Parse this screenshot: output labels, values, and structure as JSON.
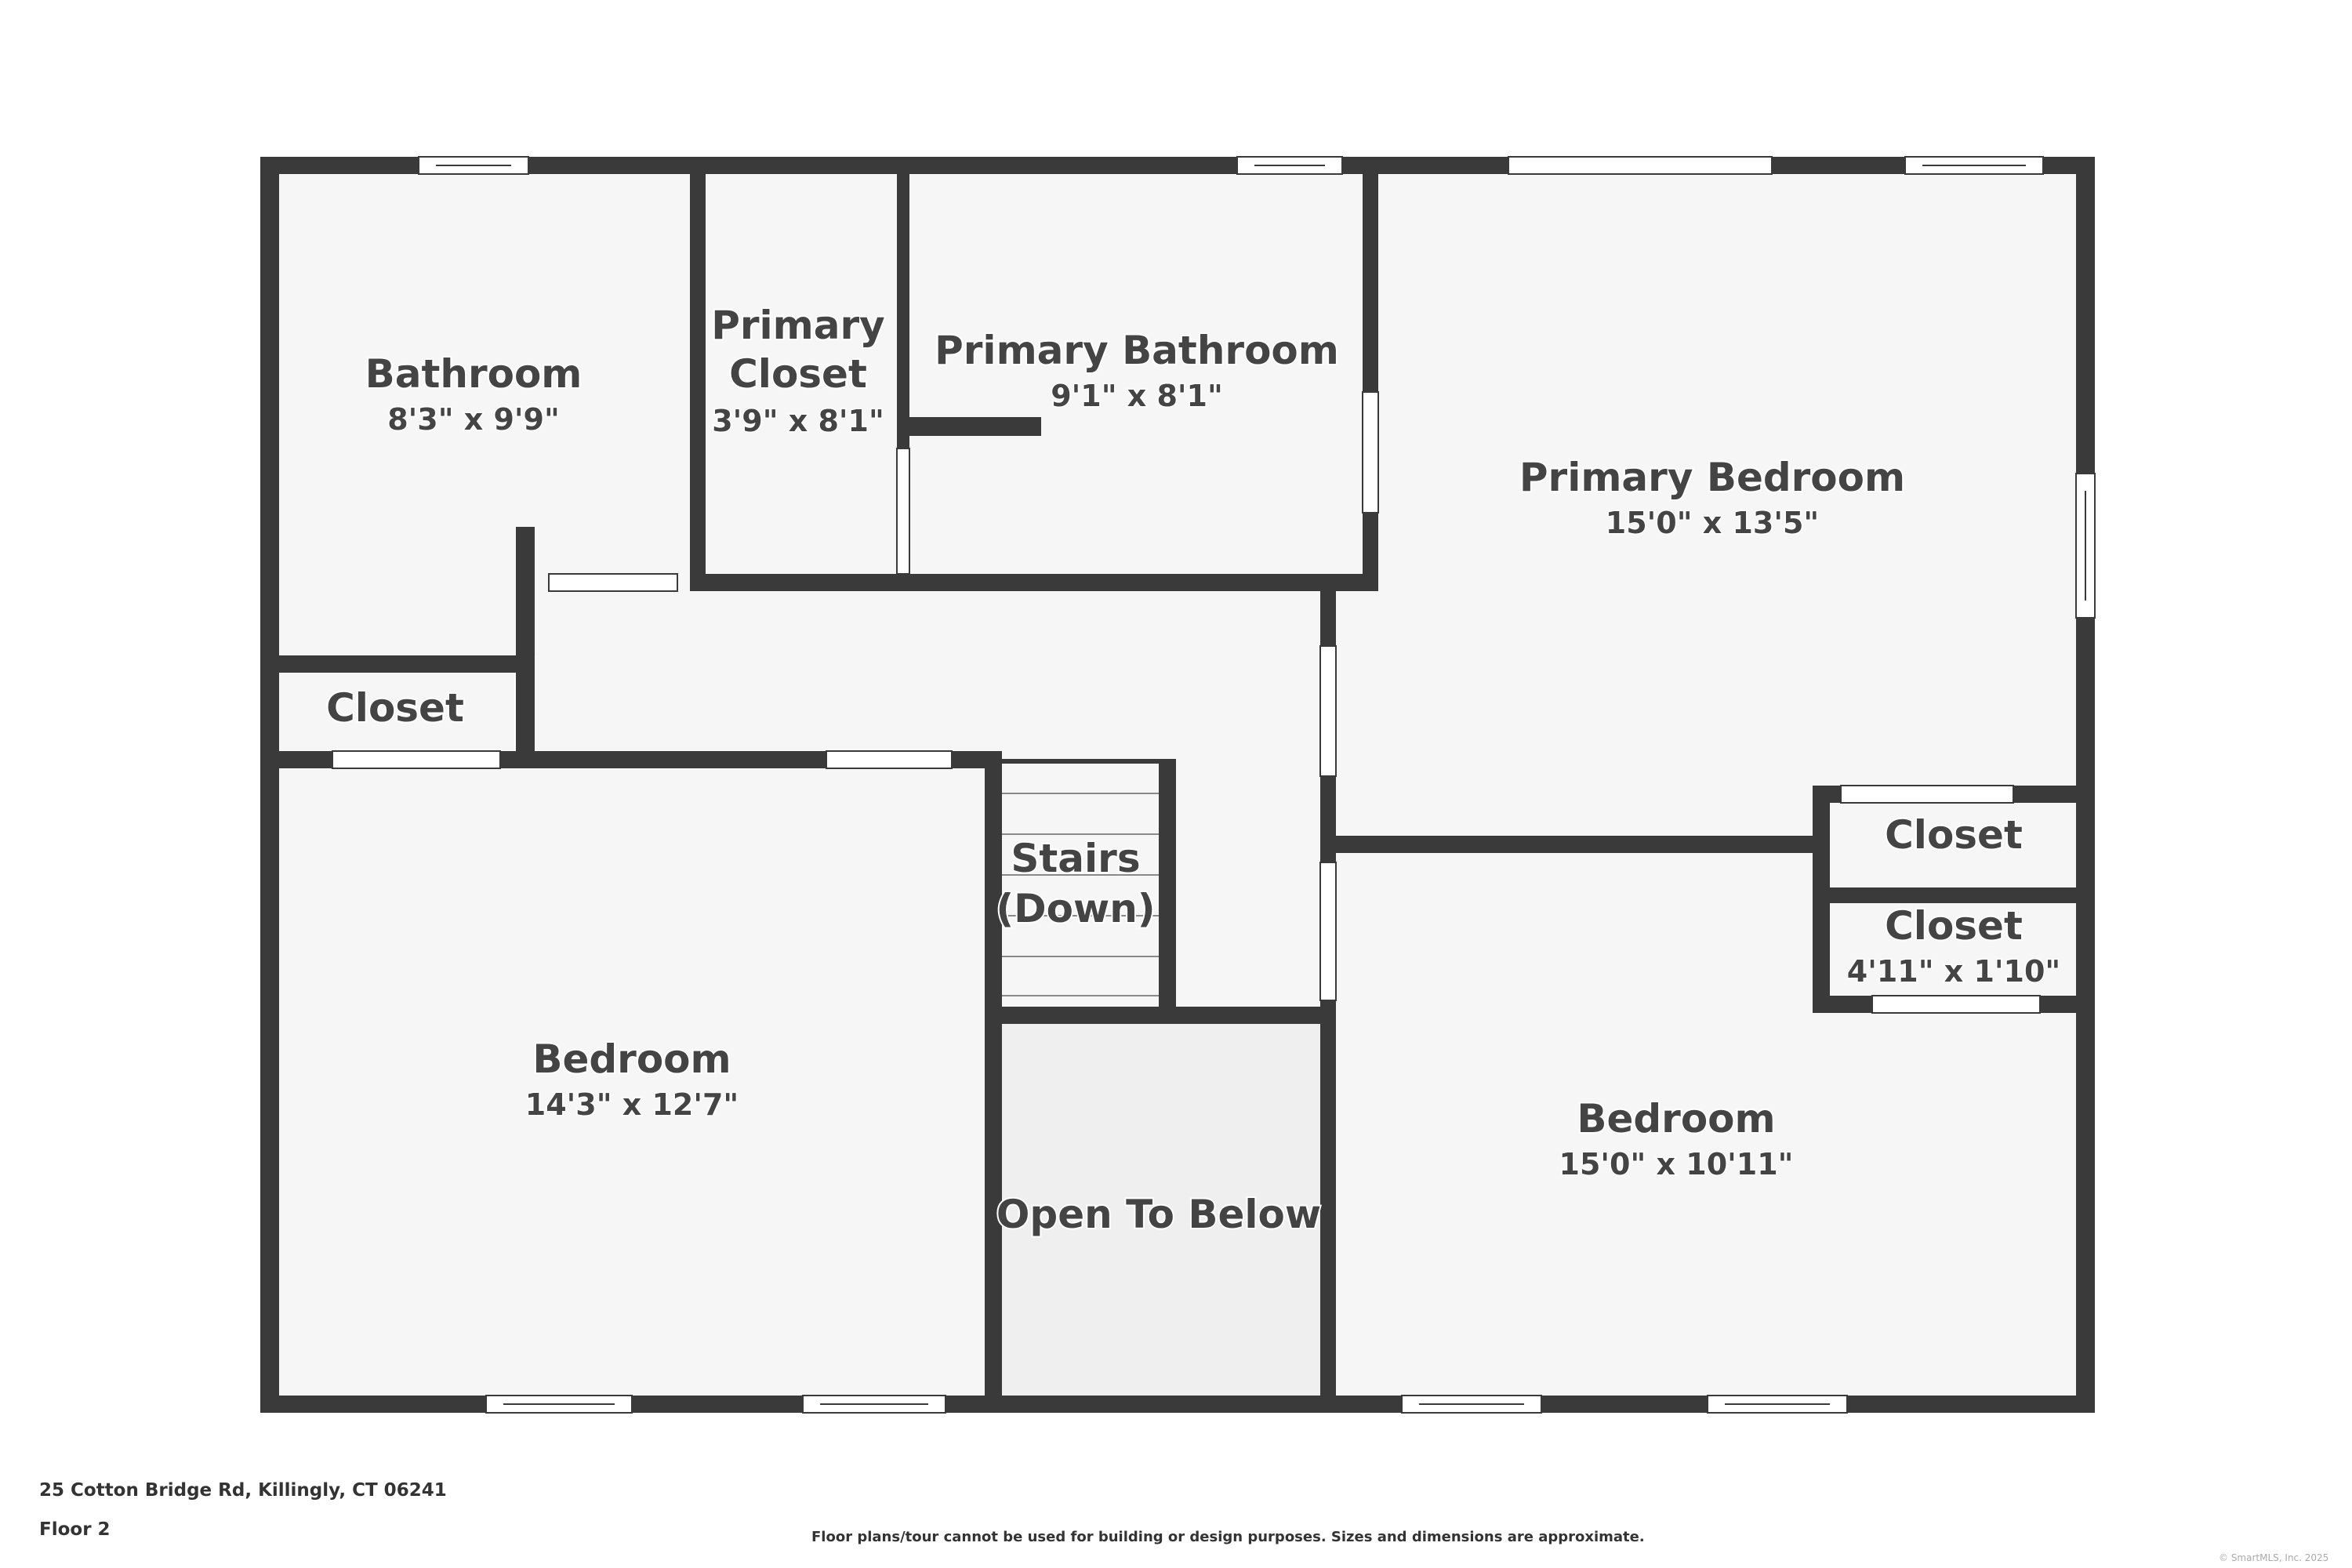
{
  "rooms": {
    "bathroom": {
      "name": "Bathroom",
      "dims": "8'3\" x 9'9\""
    },
    "primary_closet": {
      "name_line1": "Primary",
      "name_line2": "Closet",
      "dims": "3'9\" x 8'1\""
    },
    "primary_bathroom": {
      "name": "Primary Bathroom",
      "dims": "9'1\" x 8'1\""
    },
    "primary_bedroom": {
      "name": "Primary Bedroom",
      "dims": "15'0\" x 13'5\""
    },
    "closet_left": {
      "name": "Closet"
    },
    "stairs": {
      "name_line1": "Stairs",
      "name_line2": "(Down)"
    },
    "closet_right_upper": {
      "name": "Closet"
    },
    "closet_right_lower": {
      "name": "Closet",
      "dims": "4'11\" x 1'10\""
    },
    "bedroom_left": {
      "name": "Bedroom",
      "dims": "14'3\" x 12'7\""
    },
    "open_to_below": {
      "name": "Open To Below"
    },
    "bedroom_right": {
      "name": "Bedroom",
      "dims": "15'0\" x 10'11\""
    }
  },
  "footer": {
    "address": "25 Cotton Bridge Rd, Killingly, CT 06241",
    "floor": "Floor 2",
    "disclaimer": "Floor plans/tour cannot be used for building or design purposes. Sizes and dimensions are approximate.",
    "copyright": "© SmartMLS, Inc. 2025"
  },
  "colors": {
    "wall": "#3a3a3a",
    "room_fill": "#f6f6f6",
    "open_fill": "#efefef",
    "text": "#444444"
  }
}
